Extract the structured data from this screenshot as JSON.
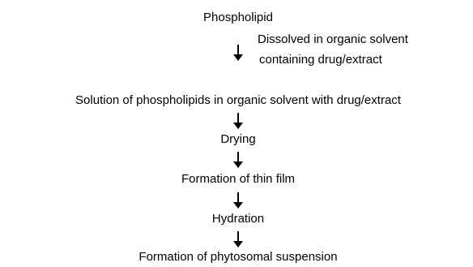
{
  "flowchart": {
    "start": "Phospholipid",
    "note_line1": "Dissolved in organic solvent",
    "note_line2": "containing drug/extract",
    "step1": "Solution of phospholipids in organic solvent with drug/extract",
    "step2": "Drying",
    "step3": "Formation of thin film",
    "step4": "Hydration",
    "step5": "Formation of phytosomal suspension"
  }
}
